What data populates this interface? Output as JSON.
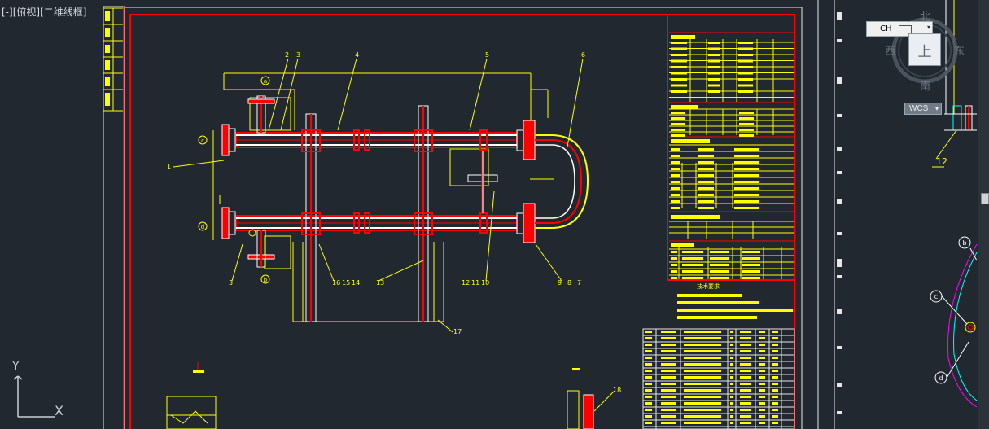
{
  "viewport": {
    "label": "[-][俯视][二维线框]",
    "controls": [
      "[-]",
      "[俯视]",
      "[二维线框]"
    ]
  },
  "viewcube": {
    "north": "北",
    "south": "南",
    "east": "东",
    "west": "西",
    "face": "上",
    "wcs": "WCS"
  },
  "ime": {
    "text": "CH"
  },
  "ucs": {
    "y_label": "Y",
    "x_symbol": "X"
  },
  "drawing": {
    "part_numbers": [
      "2",
      "3",
      "4",
      "5",
      "6",
      "1",
      "3",
      "16",
      "15",
      "14",
      "13",
      "12",
      "11",
      "10",
      "9",
      "8",
      "7",
      "17",
      "18",
      "12"
    ],
    "nozzle_letters": [
      "c",
      "d",
      "a",
      "b",
      "b",
      "c",
      "d"
    ],
    "section_headers": [
      "Ⅰ 技术数据",
      "Ⅱ 管口表",
      "Ⅲ 制造检验要求",
      "Ⅳ 设计条件",
      "Ⅴ 管口表",
      "技术要求"
    ]
  },
  "colors": {
    "background": "#212830",
    "frame": "#ff0000",
    "linework": "#ffff00",
    "steel": "#ffffff",
    "accent_cyan": "#00ffff",
    "accent_magenta": "#ff00ff"
  }
}
